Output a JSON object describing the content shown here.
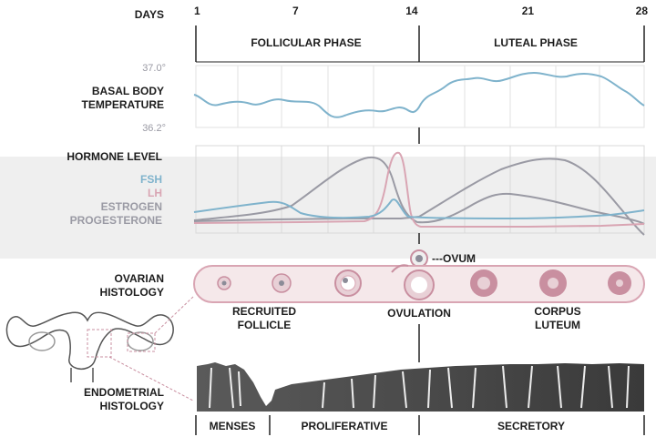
{
  "days_label": "DAYS",
  "day_ticks": [
    {
      "day": 1,
      "label": "1"
    },
    {
      "day": 7,
      "label": "7"
    },
    {
      "day": 14,
      "label": "14"
    },
    {
      "day": 21,
      "label": "21"
    },
    {
      "day": 28,
      "label": "28"
    }
  ],
  "phases": {
    "follicular": "FOLLICULAR PHASE",
    "luteal": "LUTEAL PHASE"
  },
  "temperature": {
    "label_line1": "BASAL BODY",
    "label_line2": "TEMPERATURE",
    "max_label": "37.0°",
    "min_label": "36.2°",
    "color": "#7fb3cc"
  },
  "hormones": {
    "title": "HORMONE LEVEL",
    "fsh": {
      "label": "FSH",
      "color": "#7fb3cc"
    },
    "lh": {
      "label": "LH",
      "color": "#d9a5b3"
    },
    "estrogen": {
      "label": "ESTROGEN",
      "color": "#9a9aa4"
    },
    "progesterone": {
      "label": "PROGESTERONE",
      "color": "#9a9aa4"
    }
  },
  "ovarian": {
    "label_line1": "OVARIAN",
    "label_line2": "HISTOLOGY",
    "ovum_label": "---OVUM",
    "recruited_line1": "RECRUITED",
    "recruited_line2": "FOLLICLE",
    "ovulation": "OVULATION",
    "corpus_line1": "CORPUS",
    "corpus_line2": "LUTEUM",
    "accent_color": "#c98fa0"
  },
  "endometrial": {
    "label_line1": "ENDOMETRIAL",
    "label_line2": "HISTOLOGY",
    "menses": "MENSES",
    "proliferative": "PROLIFERATIVE",
    "secretory": "SECRETORY"
  }
}
